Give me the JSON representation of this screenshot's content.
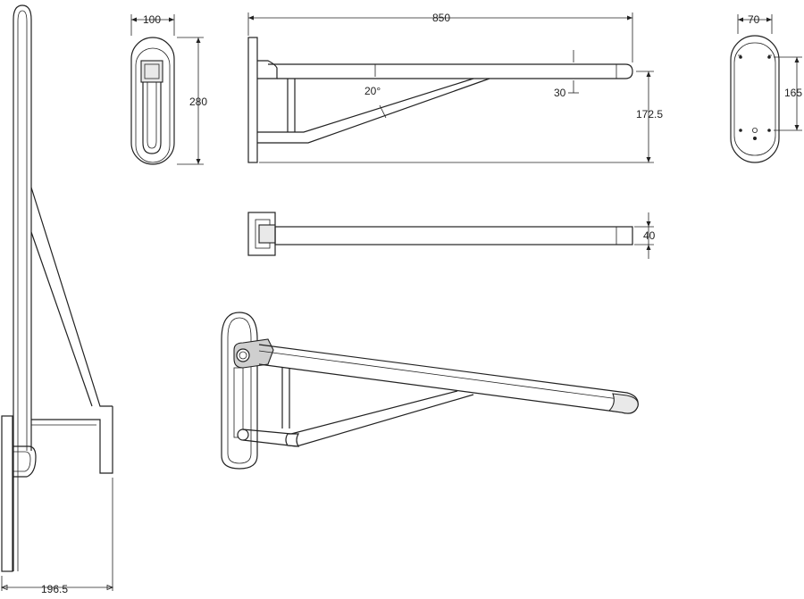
{
  "drawing": {
    "dimensions": {
      "side_depth": "196.5",
      "front_width": "100",
      "front_height": "280",
      "length": "850",
      "height": "172.5",
      "angle": "20°",
      "offset": "30",
      "rail_thickness": "40",
      "plate_width": "70",
      "plate_hole_spacing": "165"
    }
  }
}
